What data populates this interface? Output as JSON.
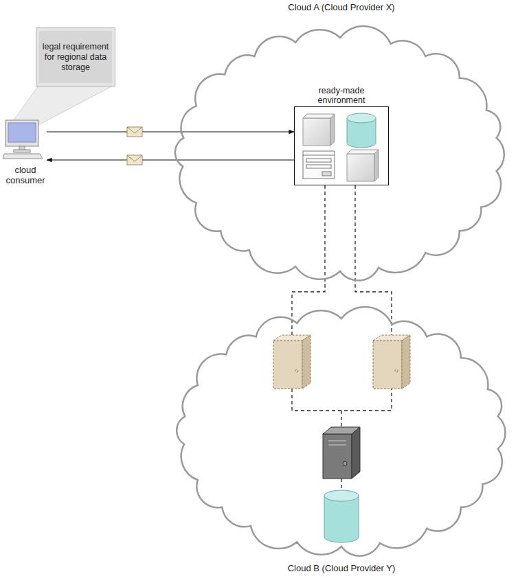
{
  "diagram": {
    "nodes": [
      {
        "text": [
          "legal requirement for regional data storage"
        ]
      },
      {
        "text": [
          "Cloud A (Cloud Provider X)"
        ]
      },
      {
        "text": [
          "ready-made environment"
        ],
        "in": 1
      },
      {
        "text": [
          "cloud consumer"
        ]
      },
      {
        "text": [
          "Cloud B (Cloud Provider Y)"
        ]
      }
    ],
    "edges": [
      {
        "from": 3,
        "to": 2,
        "arrow": "to"
      },
      {
        "from": 2,
        "to": 3,
        "arrow": "to"
      }
    ]
  }
}
